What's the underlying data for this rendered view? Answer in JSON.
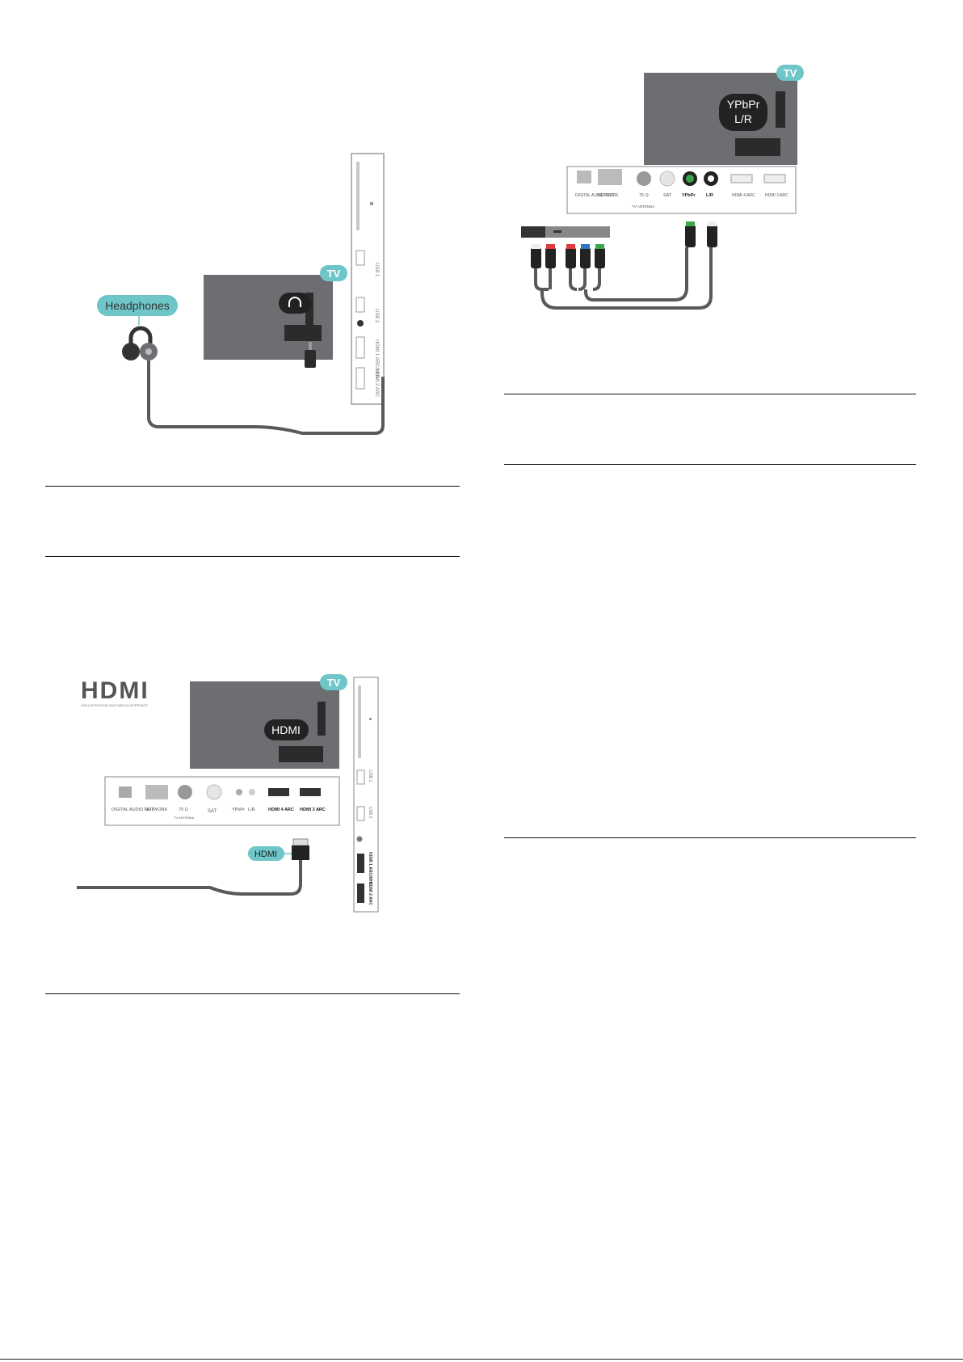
{
  "figures": {
    "headphones": {
      "badge": "Headphones",
      "tv_badge": "TV",
      "side_ports": [
        "USB 1",
        "USB 2",
        "HDMI 1 ARC/MHL",
        "HDMI 2 ARC"
      ]
    },
    "hdmi": {
      "logo_text": "HDMI",
      "logo_tagline": "HIGH-DEFINITION MULTIMEDIA INTERFACE",
      "tv_badge": "TV",
      "port_badge": "HDMI",
      "cable_badge": "HDMI",
      "back_ports": [
        "DIGITAL AUDIO OUT",
        "NETWORK",
        "75 Ω",
        "TV ANTENNA",
        "SAT",
        "YPbPr",
        "L/R",
        "HDMI 4 ARC",
        "HDMI 3 ARC"
      ],
      "side_ports": [
        "USB 1",
        "USB 2",
        "HDMI 1 ARC/MHL",
        "HDMI 2 ARC"
      ]
    },
    "ypbpr": {
      "tv_badge": "TV",
      "port_badge_line1": "YPbPr",
      "port_badge_line2": "L/R",
      "back_ports": [
        "DIGITAL AUDIO OUT",
        "NETWORK",
        "75 Ω",
        "TV ANTENNA",
        "SAT",
        "YPbPr",
        "L/R",
        "HDMI 4 ARC",
        "HDMI 3 ARC"
      ]
    }
  },
  "colors": {
    "tv_body": "#6d6e71",
    "accent_teal": "#6ec6c9",
    "cable": "#58595b",
    "plug_red": "#e03a3e",
    "plug_blue": "#2f74c0",
    "plug_green": "#3aa54b"
  }
}
